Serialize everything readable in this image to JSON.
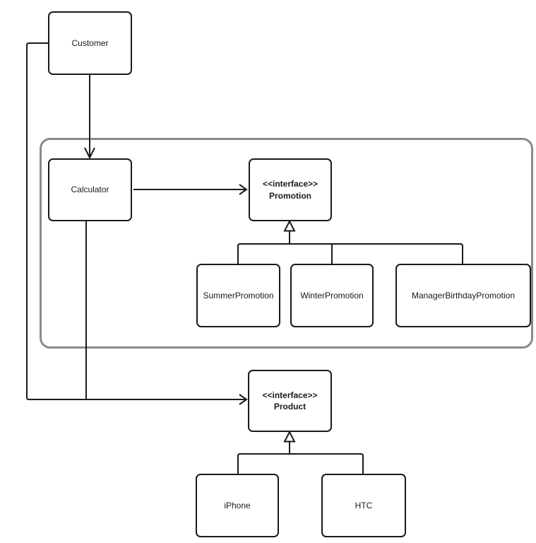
{
  "diagram": {
    "kind": "uml-class-diagram",
    "colors": {
      "background": "#ffffff",
      "node_border": "#1a1a1a",
      "node_fill": "#ffffff",
      "group_frame_border": "#8a8a8a",
      "text": "#1a1a1a"
    },
    "nodes": {
      "customer": {
        "label": "Customer"
      },
      "calculator": {
        "label": "Calculator"
      },
      "promotion": {
        "stereotype": "<<interface>>",
        "label": "Promotion"
      },
      "summer_promotion": {
        "label": "SummerPromotion"
      },
      "winter_promotion": {
        "label": "WinterPromotion"
      },
      "manager_birthday_promotion": {
        "label": "ManagerBirthdayPromotion"
      },
      "product": {
        "stereotype": "<<interface>>",
        "label": "Product"
      },
      "iphone": {
        "label": "iPhone"
      },
      "htc": {
        "label": "HTC"
      }
    },
    "edges": [
      {
        "from": "Customer",
        "to": "Calculator",
        "type": "directed-arrow"
      },
      {
        "from": "Calculator",
        "to": "Promotion",
        "type": "directed-arrow"
      },
      {
        "from": "Customer",
        "to": "Product",
        "type": "directed-arrow"
      },
      {
        "from": "Calculator",
        "to": "Product",
        "type": "directed-arrow"
      },
      {
        "from": "SummerPromotion",
        "to": "Promotion",
        "type": "generalization"
      },
      {
        "from": "WinterPromotion",
        "to": "Promotion",
        "type": "generalization"
      },
      {
        "from": "ManagerBirthdayPromotion",
        "to": "Promotion",
        "type": "generalization"
      },
      {
        "from": "iPhone",
        "to": "Product",
        "type": "generalization"
      },
      {
        "from": "HTC",
        "to": "Product",
        "type": "generalization"
      }
    ]
  }
}
